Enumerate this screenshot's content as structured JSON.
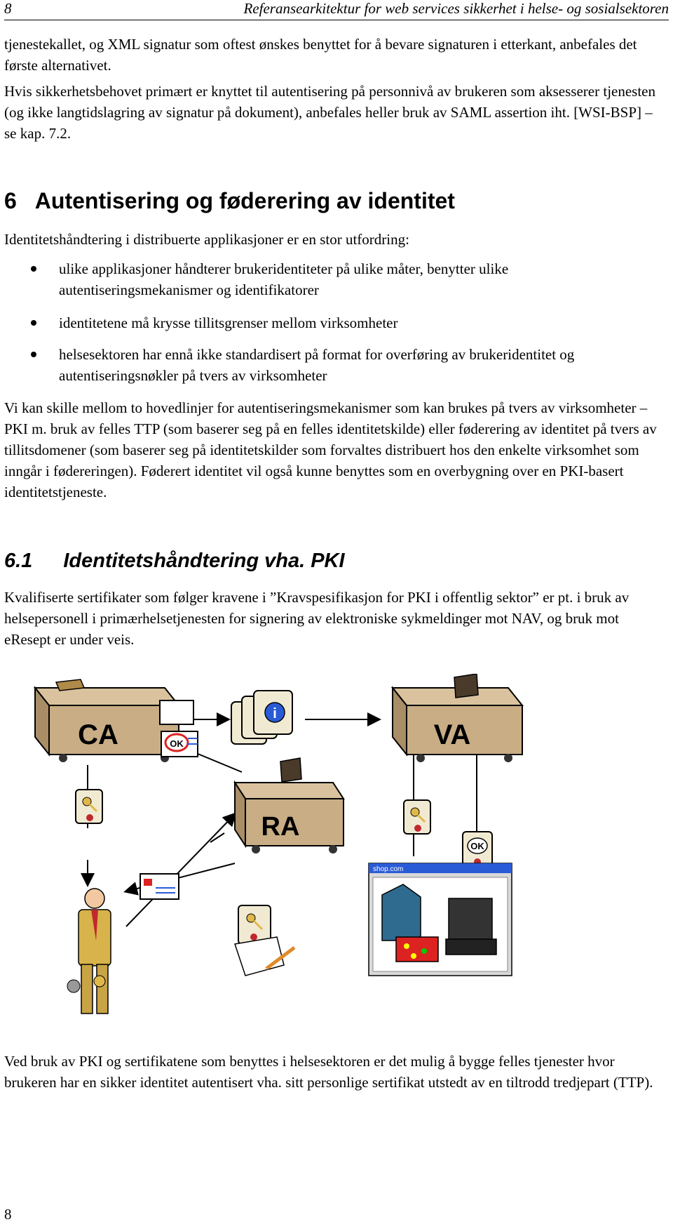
{
  "header": {
    "page_number": "8",
    "running_title": "Referansearkitektur for web services sikkerhet i helse- og sosialsektoren"
  },
  "paragraphs": {
    "p1": "tjenestekallet, og XML signatur som oftest ønskes benyttet for å bevare signaturen i etterkant, anbefales det første alternativet.",
    "p2": "Hvis sikkerhetsbehovet primært er knyttet til autentisering på personnivå av brukeren som aksesserer tjenesten (og ikke langtidslagring av signatur på dokument), anbefales heller bruk av SAML assertion iht. [WSI-BSP] – se kap. 7.2.",
    "p3": "Identitetshåndtering i distribuerte applikasjoner er en stor utfordring:",
    "p4": "Vi kan skille mellom to hovedlinjer for autentiseringsmekanismer som kan brukes på tvers av virksomheter – PKI m. bruk av felles TTP (som baserer seg på en felles identitetskilde) eller føderering av identitet på tvers av tillitsdomener (som baserer seg på identitetskilder som forvaltes distribuert hos den enkelte virksomhet som inngår i fødereringen). Føderert identitet vil også kunne benyttes som en overbygning over en PKI-basert identitetstjeneste.",
    "p5": "Kvalifiserte sertifikater som følger kravene i ”Kravspesifikasjon for PKI i offentlig sektor” er pt. i bruk av helsepersonell i primærhelsetjenesten for signering av elektroniske sykmeldinger mot NAV, og bruk mot eResept er under veis.",
    "p6": "Ved bruk av PKI og sertifikatene som benyttes i helsesektoren er det mulig å bygge felles tjenester hvor brukeren har en sikker identitet autentisert vha. sitt personlige sertifikat utstedt av en tiltrodd tredjepart (TTP)."
  },
  "section6": {
    "number": "6",
    "title": "Autentisering og føderering av identitet"
  },
  "section61": {
    "number": "6.1",
    "title": "Identitetshåndtering vha. PKI"
  },
  "bullets": [
    "ulike applikasjoner håndterer brukeridentiteter på ulike måter, benytter ulike autentiseringsmekanismer og identifikatorer",
    "identitetene må krysse tillitsgrenser mellom virksomheter",
    "helsesektoren har ennå ikke standardisert på format for overføring av brukeridentitet og autentiseringsnøkler på tvers av virksomheter"
  ],
  "diagram": {
    "ca_label": "CA",
    "va_label": "VA",
    "ra_label": "RA",
    "ok_label_1": "OK",
    "ok_label_2": "OK",
    "info_label": "i",
    "shop_label": "shop.com",
    "colors": {
      "desk": "#c8ad85",
      "desk_top": "#d9c29d",
      "scroll": "#f1ead2",
      "shop_bar": "#2a5bd7"
    }
  },
  "footer": {
    "page_number": "8"
  }
}
